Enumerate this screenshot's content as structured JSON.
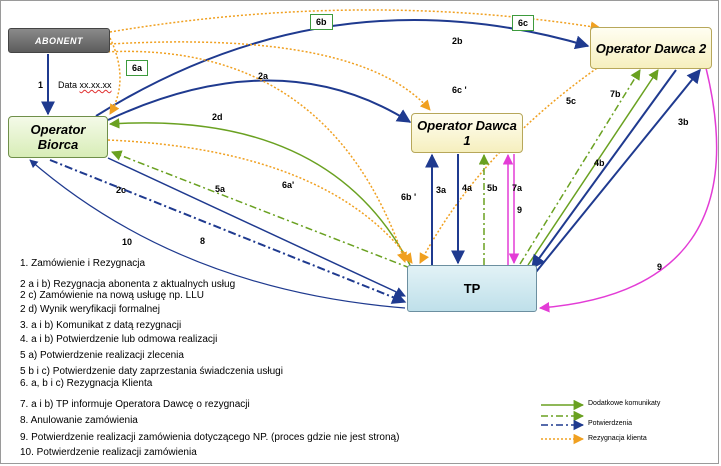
{
  "nodes": {
    "abonent": "ABONENT",
    "biorca": "Operator Biorca",
    "dawca1": "Operator Dawca 1",
    "dawca2": "Operator Dawca 2",
    "tp": "TP"
  },
  "data_label": {
    "prefix": "Data",
    "value": "xx.xx.xx"
  },
  "arrow_labels": {
    "l1": "1",
    "l2a": "2a",
    "l2b": "2b",
    "l2c": "2c",
    "l2d": "2d",
    "l3a": "3a",
    "l3b": "3b",
    "l4a": "4a",
    "l4b": "4b",
    "l5a": "5a",
    "l5b": "5b",
    "l5c": "5c",
    "l6a": "6a",
    "l6b": "6b",
    "l6c": "6c",
    "l6cp": "6c '",
    "l6ap": "6a'",
    "l6bp": "6b '",
    "l7a": "7a",
    "l7b": "7b",
    "l8": "8",
    "l9a": "9",
    "l9b": "9",
    "l10": "10"
  },
  "steps": [
    "1. Zamówienie i Rezygnacja",
    "2 a i b) Rezygnacja abonenta z aktualnych usług",
    "2 c) Zamówienie na nową usługę np. LLU",
    "2 d) Wynik weryfikacji formalnej",
    "3. a i b) Komunikat z datą rezygnacji",
    "4. a i b) Potwierdzenie lub odmowa realizacji",
    "5 a) Potwierdzenie realizacji zlecenia",
    "5 b i c) Potwierdzenie daty zaprzestania świadczenia usługi",
    "6. a, b i c) Rezygnacja Klienta",
    "7. a i b) TP informuje Operatora Dawcę o rezygnacji",
    "8. Anulowanie zamówienia",
    "9. Potwierdzenie realizacji zamówienia dotyczącego NP. (proces gdzie nie jest stroną)",
    "10. Potwierdzenie realizacji zamówienia"
  ],
  "legend": [
    {
      "label": "Dodatkowe komunikaty",
      "color": "#6aa121",
      "style": "solid"
    },
    {
      "label": "",
      "color": "#6aa121",
      "style": "dashdot"
    },
    {
      "label": "Potwierdzenia",
      "color": "#1f3a8f",
      "style": "dashdot"
    },
    {
      "label": "Rezygnacja klienta",
      "color": "#f0a020",
      "style": "dotted"
    }
  ],
  "colors": {
    "blue": "#1f3a8f",
    "green": "#6aa121",
    "orange": "#f0a020",
    "magenta": "#e33cd6"
  }
}
